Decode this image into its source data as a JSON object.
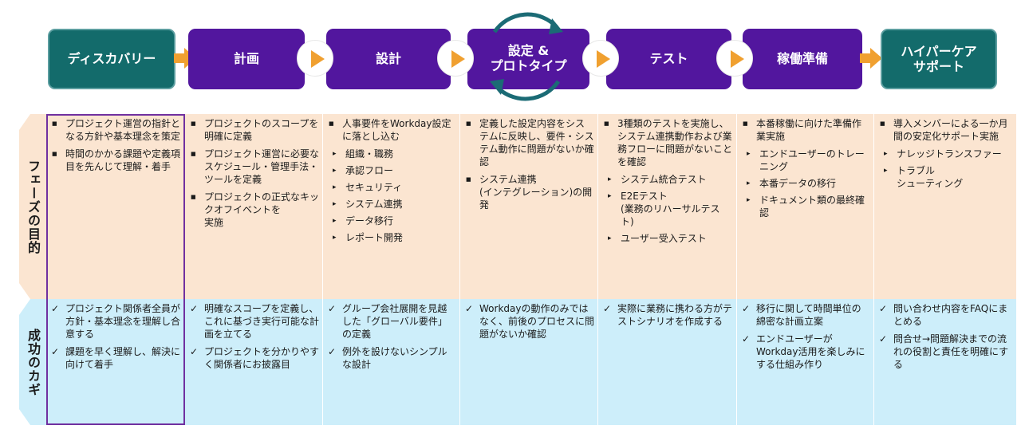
{
  "phases": [
    {
      "label": "ディスカバリー"
    },
    {
      "label": "計画"
    },
    {
      "label": "設計"
    },
    {
      "label": "設定 &\nプロトタイプ"
    },
    {
      "label": "テスト"
    },
    {
      "label": "稼働準備"
    },
    {
      "label": "ハイパーケア\nサポート"
    }
  ],
  "row_labels": {
    "purpose": "フェーズの目的",
    "keys": "成功のカギ"
  },
  "colors": {
    "teal": "#136b6b",
    "purple": "#52169e",
    "orange": "#f0a030",
    "cycle": "#1b6b75",
    "purpose_bg": "#fbe5d1",
    "keys_bg": "#cdeefa",
    "label_bg": "#fbe5d1",
    "highlight": "#7030a0"
  },
  "icons": [
    "play-icon",
    "arrow-right-icon",
    "cycle-arrows-icon",
    "checkmark-icon",
    "square-bullet-icon"
  ],
  "purpose": [
    [
      {
        "type": "b",
        "text": "プロジェクト運営の指針となる方針や基本理念を策定"
      },
      {
        "type": "b",
        "text": "時間のかかる課題や定義項目を先んじて理解・着手"
      }
    ],
    [
      {
        "type": "b",
        "text": "プロジェクトのスコープを明確に定義"
      },
      {
        "type": "b",
        "text": "プロジェクト運営に必要なスケジュール・管理手法・ツールを定義"
      },
      {
        "type": "b",
        "text": "プロジェクトの正式なキックオフイベントを\n実施"
      }
    ],
    [
      {
        "type": "b",
        "text": "人事要件をWorkday設定に落とし込む"
      },
      {
        "type": "s",
        "text": "組織・職務"
      },
      {
        "type": "s",
        "text": "承認フロー"
      },
      {
        "type": "s",
        "text": "セキュリティ"
      },
      {
        "type": "s",
        "text": "システム連携"
      },
      {
        "type": "s",
        "text": "データ移行"
      },
      {
        "type": "s",
        "text": "レポート開発"
      }
    ],
    [
      {
        "type": "b",
        "text": "定義した設定内容をシステムに反映し、要件・システム動作に問題がないか確認"
      },
      {
        "type": "b",
        "text": "システム連携\n(インテグレーション)の開発"
      }
    ],
    [
      {
        "type": "b",
        "text": "3種類のテストを実施し、システム連携動作および業務フローに問題がないことを確認"
      },
      {
        "type": "s",
        "text": "システム統合テスト"
      },
      {
        "type": "s",
        "text": "E2Eテスト\n(業務のリハーサルテスト)"
      },
      {
        "type": "s",
        "text": "ユーザー受入テスト"
      }
    ],
    [
      {
        "type": "b",
        "text": "本番稼働に向けた準備作業実施"
      },
      {
        "type": "s",
        "text": "エンドユーザーのトレーニング"
      },
      {
        "type": "s",
        "text": "本番データの移行"
      },
      {
        "type": "s",
        "text": "ドキュメント類の最終確認"
      }
    ],
    [
      {
        "type": "b",
        "text": "導入メンバーによる一か月間の安定化サポート実施"
      },
      {
        "type": "s",
        "text": "ナレッジトランスファー"
      },
      {
        "type": "s",
        "text": "トラブル\nシューティング"
      }
    ]
  ],
  "keys": [
    [
      {
        "type": "c",
        "text": "プロジェクト関係者全員が方針・基本理念を理解し合意する"
      },
      {
        "type": "c",
        "text": "課題を早く理解し、解決に向けて着手"
      }
    ],
    [
      {
        "type": "c",
        "text": "明確なスコープを定義し、これに基づき実行可能な計画を立てる"
      },
      {
        "type": "c",
        "text": "プロジェクトを分かりやすく関係者にお披露目"
      }
    ],
    [
      {
        "type": "c",
        "text": "グループ会社展開を見越した「グローバル要件」の定義"
      },
      {
        "type": "c",
        "text": "例外を設けないシンプルな設計"
      }
    ],
    [
      {
        "type": "c",
        "text": "Workdayの動作のみではなく、前後のプロセスに問題がないか確認"
      }
    ],
    [
      {
        "type": "c",
        "text": "実際に業務に携わる方がテストシナリオを作成する"
      }
    ],
    [
      {
        "type": "c",
        "text": "移行に関して時間単位の綿密な計画立案"
      },
      {
        "type": "c",
        "text": "エンドユーザーがWorkday活用を楽しみにする仕組み作り"
      }
    ],
    [
      {
        "type": "c",
        "text": "問い合わせ内容をFAQにまとめる"
      },
      {
        "type": "c",
        "text": "問合せ→問題解決までの流れの役割と責任を明確にする"
      }
    ]
  ]
}
